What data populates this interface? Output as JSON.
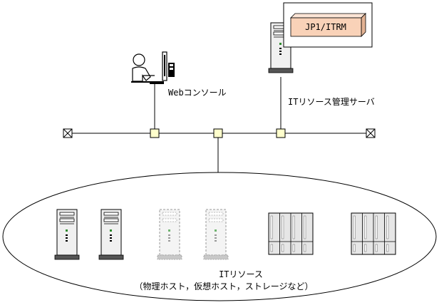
{
  "labels": {
    "product": "JP1/ITRM",
    "web_console": "Webコンソール",
    "management_server": "ITリソース管理サーバ",
    "it_resource": "ITリソース",
    "it_resource_detail": "（物理ホスト，仮想ホスト，ストレージなど）"
  },
  "colors": {
    "product_box": "#f9d2b8",
    "connector": "#ffffcc",
    "tower": "#f0f0f0",
    "tower_virtual": "#f4f4f4",
    "led": "#2e8b2e",
    "storage": "#e6e6e6"
  },
  "icons": {
    "user": "user-at-pc-icon",
    "server": "server-tower-icon",
    "virtual_server": "virtual-server-icon",
    "storage": "storage-array-icon",
    "terminator": "terminator-icon"
  }
}
